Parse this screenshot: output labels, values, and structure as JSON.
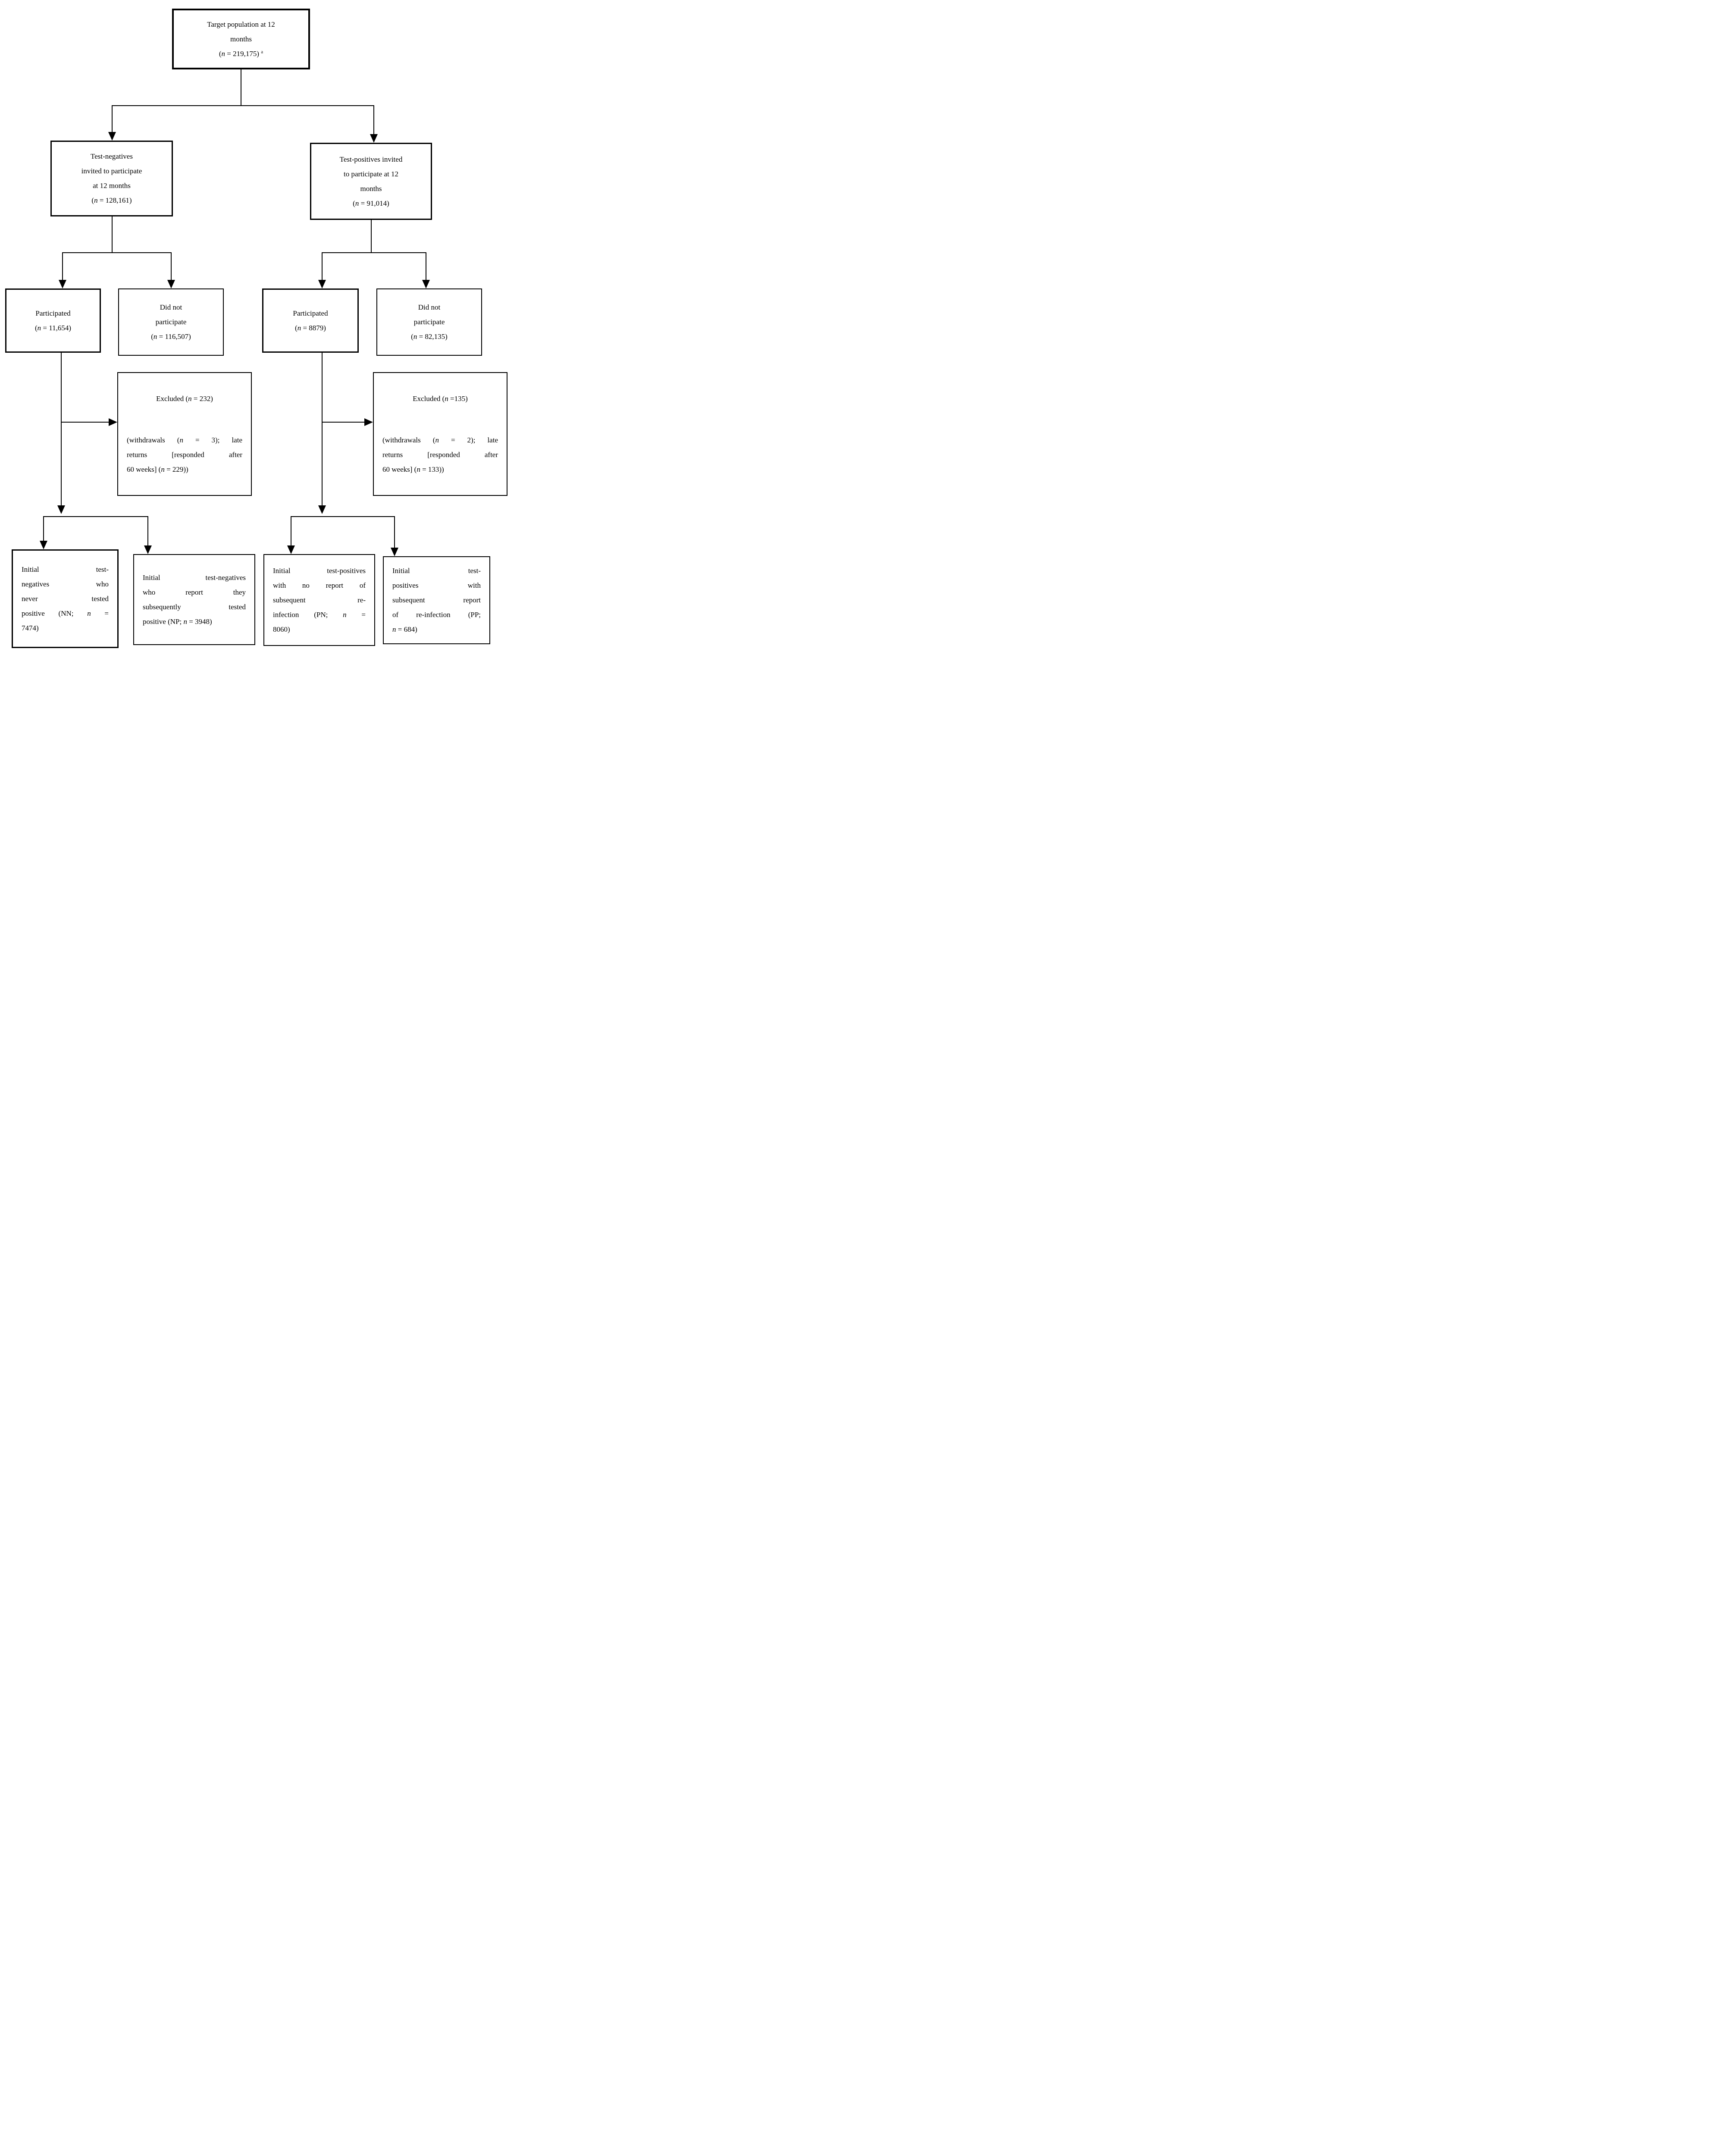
{
  "colors": {
    "background": "#ffffff",
    "line": "#000000",
    "text": "#000000"
  },
  "nodes": {
    "target": {
      "lines": [
        {
          "align": "center",
          "segs": [
            {
              "t": "Target population at 12"
            }
          ]
        },
        {
          "align": "center",
          "segs": [
            {
              "t": "months"
            }
          ]
        },
        {
          "align": "center",
          "segs": [
            {
              "t": "("
            },
            {
              "t": "n",
              "i": true
            },
            {
              "t": " = 219,175) "
            },
            {
              "t": "a",
              "sup": true
            }
          ]
        }
      ]
    },
    "invited_negatives": {
      "lines": [
        {
          "align": "center",
          "segs": [
            {
              "t": "Test-negatives"
            }
          ]
        },
        {
          "align": "center",
          "segs": [
            {
              "t": "invited to participate"
            }
          ]
        },
        {
          "align": "center",
          "segs": [
            {
              "t": "at 12 months"
            }
          ]
        },
        {
          "align": "center",
          "segs": [
            {
              "t": "("
            },
            {
              "t": "n",
              "i": true
            },
            {
              "t": " = 128,161)"
            }
          ]
        }
      ]
    },
    "invited_positives": {
      "lines": [
        {
          "align": "center",
          "segs": [
            {
              "t": "Test-positives invited"
            }
          ]
        },
        {
          "align": "center",
          "segs": [
            {
              "t": "to participate at 12"
            }
          ]
        },
        {
          "align": "center",
          "segs": [
            {
              "t": "months"
            }
          ]
        },
        {
          "align": "center",
          "segs": [
            {
              "t": "("
            },
            {
              "t": "n",
              "i": true
            },
            {
              "t": " = 91,014)"
            }
          ]
        }
      ]
    },
    "participated_negatives": {
      "lines": [
        {
          "align": "center",
          "segs": [
            {
              "t": "Participated"
            }
          ]
        },
        {
          "align": "center",
          "segs": [
            {
              "t": "("
            },
            {
              "t": "n",
              "i": true
            },
            {
              "t": " = 11,654)"
            }
          ]
        }
      ]
    },
    "not_participated_negatives": {
      "lines": [
        {
          "align": "center",
          "segs": [
            {
              "t": "Did not"
            }
          ]
        },
        {
          "align": "center",
          "segs": [
            {
              "t": "participate"
            }
          ]
        },
        {
          "align": "center",
          "segs": [
            {
              "t": "("
            },
            {
              "t": "n",
              "i": true
            },
            {
              "t": " = 116,507)"
            }
          ]
        }
      ]
    },
    "participated_positives": {
      "lines": [
        {
          "align": "center",
          "segs": [
            {
              "t": "Participated"
            }
          ]
        },
        {
          "align": "center",
          "segs": [
            {
              "t": "("
            },
            {
              "t": "n",
              "i": true
            },
            {
              "t": " = 8879)"
            }
          ]
        }
      ]
    },
    "not_participated_positives": {
      "lines": [
        {
          "align": "center",
          "segs": [
            {
              "t": "Did not"
            }
          ]
        },
        {
          "align": "center",
          "segs": [
            {
              "t": "participate"
            }
          ]
        },
        {
          "align": "center",
          "segs": [
            {
              "t": "("
            },
            {
              "t": "n",
              "i": true
            },
            {
              "t": " = 82,135)"
            }
          ]
        }
      ]
    },
    "excluded_negatives": {
      "lines": [
        {
          "align": "center",
          "segs": [
            {
              "t": "Excluded ("
            },
            {
              "t": "n",
              "i": true
            },
            {
              "t": " = 232)"
            }
          ]
        },
        {
          "gap": true
        },
        {
          "align": "justify",
          "segs": [
            {
              "t": "(withdrawals ("
            },
            {
              "t": "n",
              "i": true
            },
            {
              "t": " = 3); late"
            }
          ]
        },
        {
          "align": "justify",
          "segs": [
            {
              "t": "returns [responded after"
            }
          ]
        },
        {
          "align": "left",
          "segs": [
            {
              "t": "60 weeks] ("
            },
            {
              "t": "n",
              "i": true
            },
            {
              "t": " = 229))"
            }
          ]
        }
      ]
    },
    "excluded_positives": {
      "lines": [
        {
          "align": "center",
          "segs": [
            {
              "t": "Excluded ("
            },
            {
              "t": "n",
              "i": true
            },
            {
              "t": " =135)"
            }
          ]
        },
        {
          "gap": true
        },
        {
          "align": "justify",
          "segs": [
            {
              "t": "(withdrawals ("
            },
            {
              "t": "n",
              "i": true
            },
            {
              "t": " = 2); late"
            }
          ]
        },
        {
          "align": "justify",
          "segs": [
            {
              "t": "returns [responded after"
            }
          ]
        },
        {
          "align": "left",
          "segs": [
            {
              "t": "60 weeks] ("
            },
            {
              "t": "n",
              "i": true
            },
            {
              "t": " = 133))"
            }
          ]
        }
      ]
    },
    "nn": {
      "lines": [
        {
          "align": "justify",
          "segs": [
            {
              "t": "Initial test-"
            }
          ]
        },
        {
          "align": "justify",
          "segs": [
            {
              "t": "negatives who"
            }
          ]
        },
        {
          "align": "justify",
          "segs": [
            {
              "t": "never tested"
            }
          ]
        },
        {
          "align": "justify",
          "segs": [
            {
              "t": "positive (NN; "
            },
            {
              "t": "n",
              "i": true
            },
            {
              "t": " ="
            }
          ]
        },
        {
          "align": "left",
          "segs": [
            {
              "t": "7474)"
            }
          ]
        }
      ]
    },
    "np": {
      "lines": [
        {
          "align": "justify",
          "segs": [
            {
              "t": "Initial test-negatives"
            }
          ]
        },
        {
          "align": "justify",
          "segs": [
            {
              "t": "who report they"
            }
          ]
        },
        {
          "align": "justify",
          "segs": [
            {
              "t": "subsequently tested"
            }
          ]
        },
        {
          "align": "left",
          "segs": [
            {
              "t": "positive (NP; "
            },
            {
              "t": "n",
              "i": true
            },
            {
              "t": " = 3948)"
            }
          ]
        }
      ]
    },
    "pn": {
      "lines": [
        {
          "align": "justify",
          "segs": [
            {
              "t": "Initial test-positives"
            }
          ]
        },
        {
          "align": "justify",
          "segs": [
            {
              "t": "with no report of"
            }
          ]
        },
        {
          "align": "justify",
          "segs": [
            {
              "t": "subsequent re-"
            }
          ]
        },
        {
          "align": "justify",
          "segs": [
            {
              "t": "infection (PN; "
            },
            {
              "t": "n",
              "i": true
            },
            {
              "t": " ="
            }
          ]
        },
        {
          "align": "left",
          "segs": [
            {
              "t": "8060)"
            }
          ]
        }
      ]
    },
    "pp": {
      "lines": [
        {
          "align": "justify",
          "segs": [
            {
              "t": "Initial test-"
            }
          ]
        },
        {
          "align": "justify",
          "segs": [
            {
              "t": "positives with"
            }
          ]
        },
        {
          "align": "justify",
          "segs": [
            {
              "t": "subsequent report"
            }
          ]
        },
        {
          "align": "justify",
          "segs": [
            {
              "t": "of re-infection (PP;"
            }
          ]
        },
        {
          "align": "left",
          "segs": [
            {
              "t": "n",
              "i": true
            },
            {
              "t": " = 684)"
            }
          ]
        }
      ]
    }
  }
}
